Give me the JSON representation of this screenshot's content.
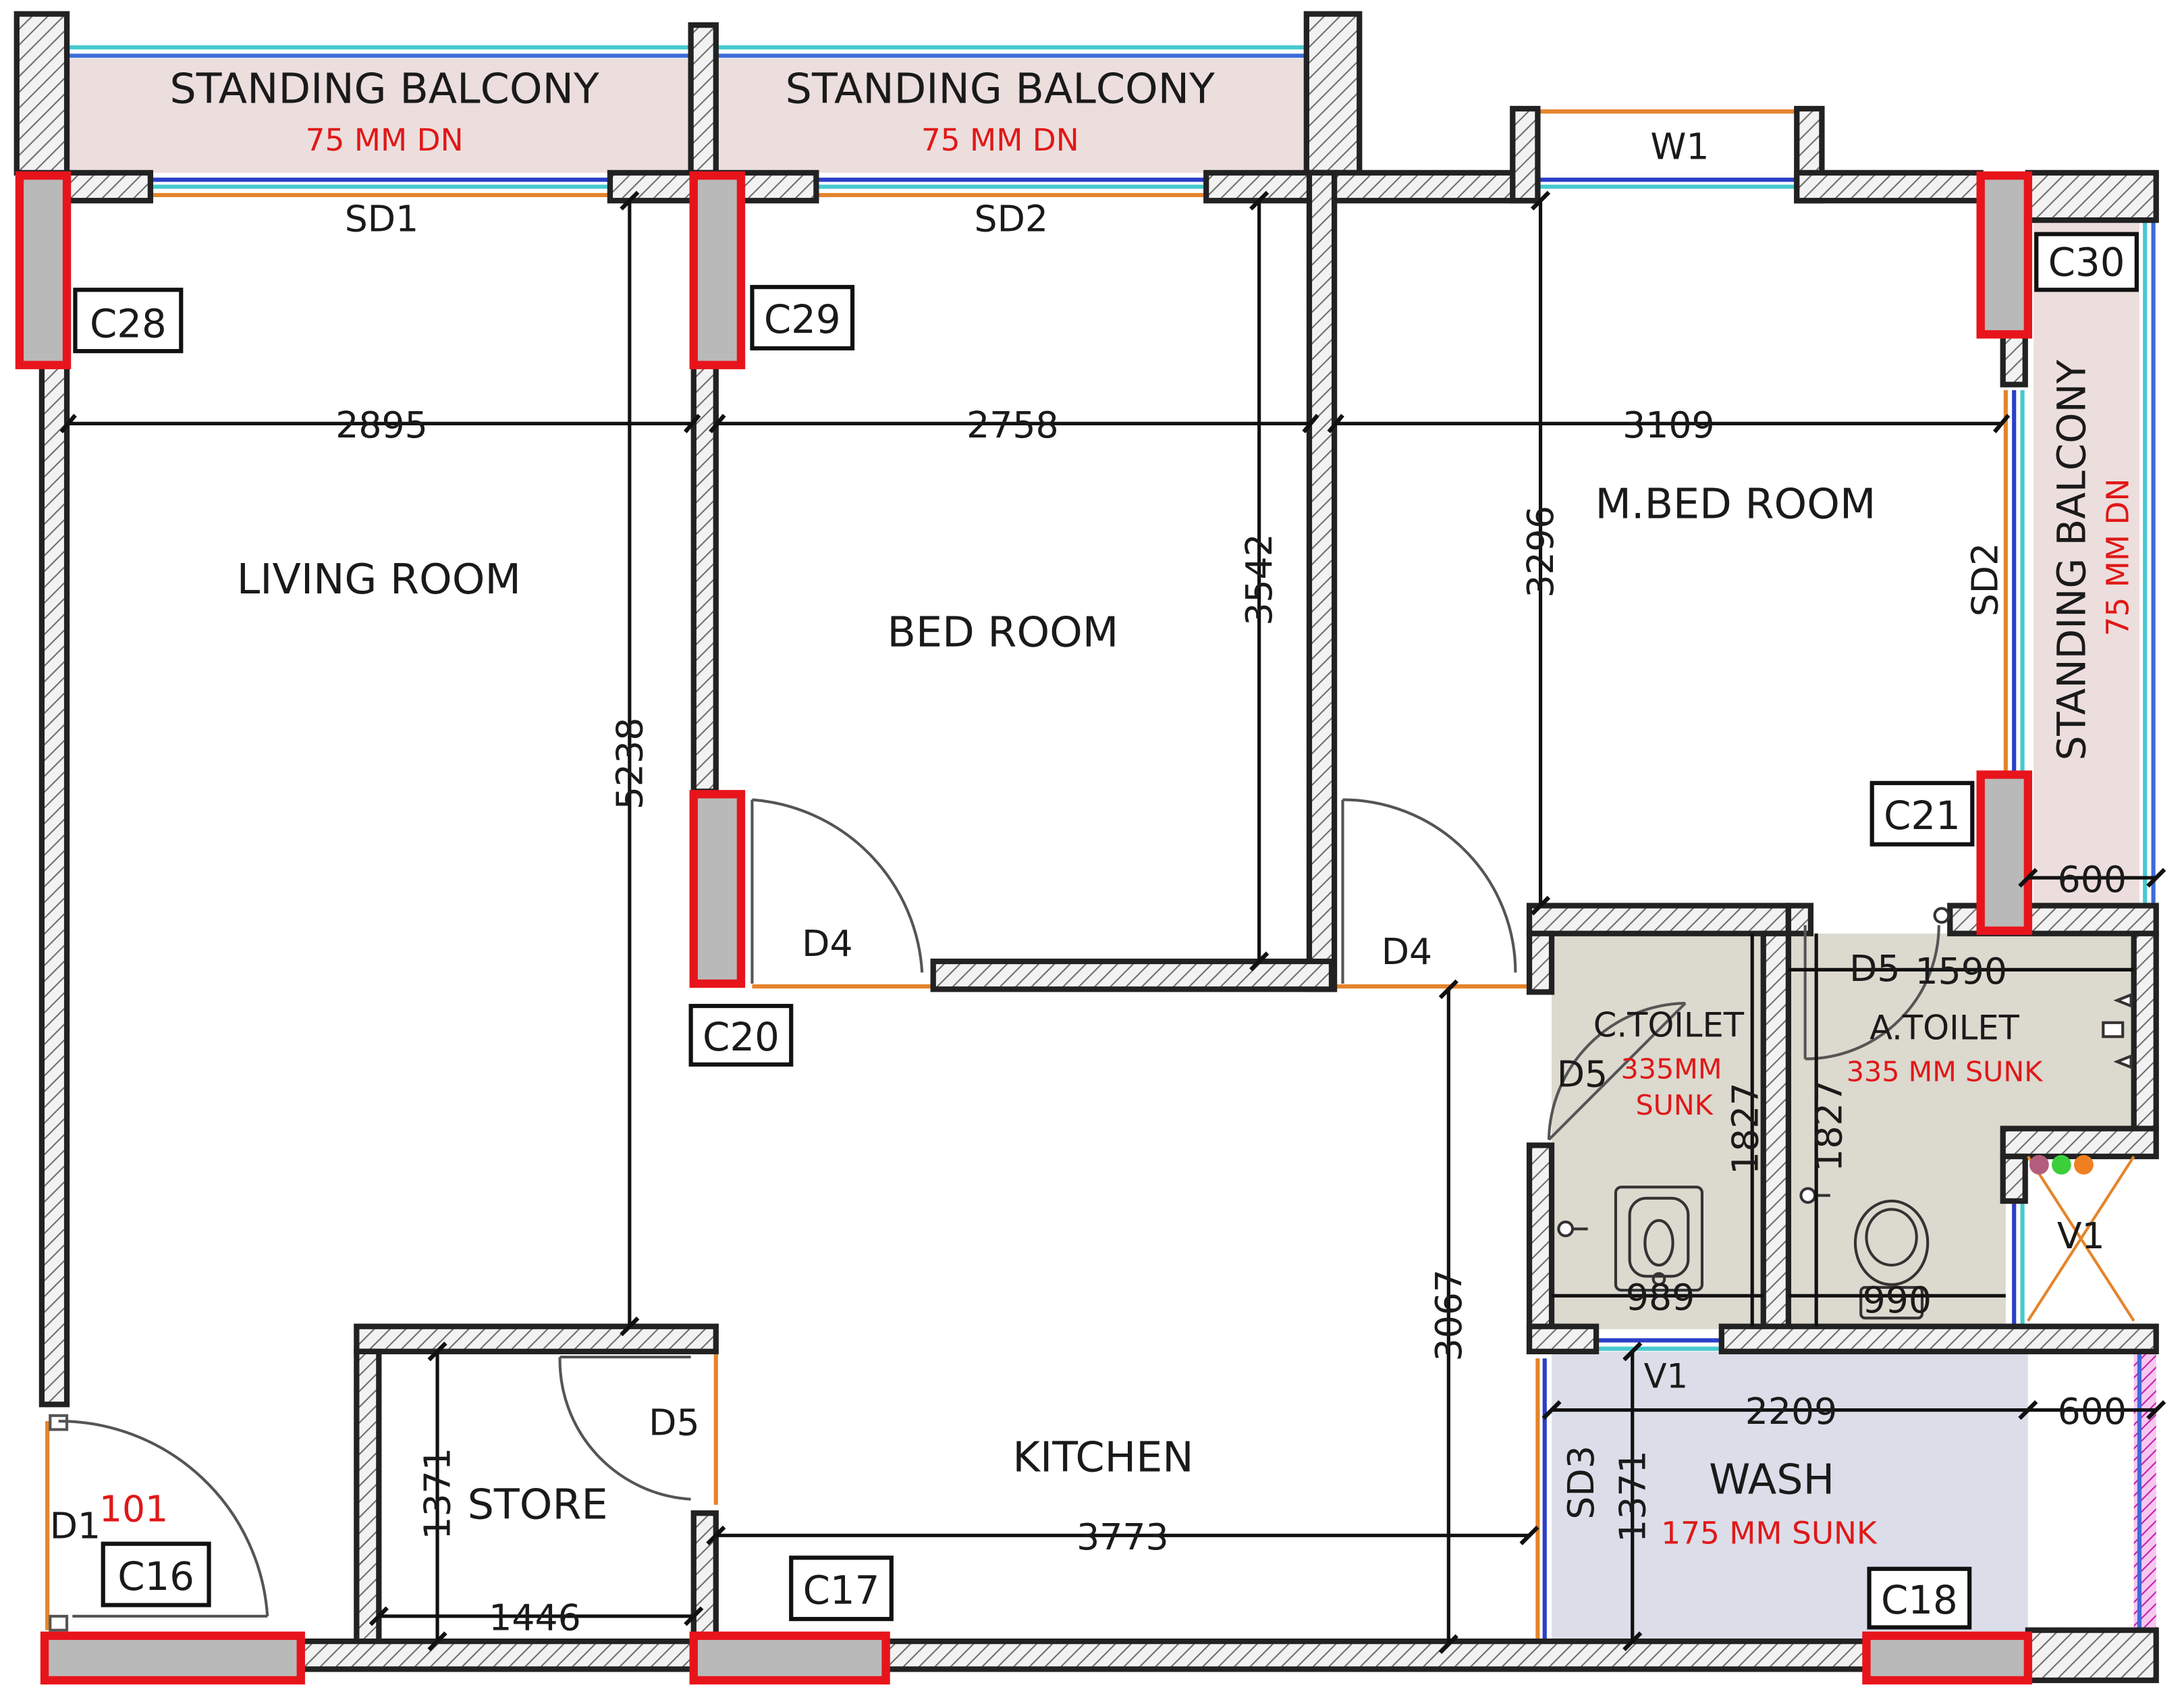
{
  "colors": {
    "balcony_fill": "#ecdedd",
    "toilet_fill": "#dcd9cf",
    "wash_fill": "#dbdee9",
    "column_fill": "#b9b9b9",
    "column_outline": "#e8141b",
    "red_text": "#e01818"
  },
  "rooms": {
    "balcony1": "STANDING BALCONY",
    "balcony1_note": "75 MM DN",
    "balcony2": "STANDING BALCONY",
    "balcony2_note": "75 MM DN",
    "balcony3": "STANDING BALCONY",
    "balcony3_note": "75 MM DN",
    "living": "LIVING ROOM",
    "bed": "BED ROOM",
    "mbed": "M.BED ROOM",
    "kitchen": "KITCHEN",
    "store": "STORE",
    "wash": "WASH",
    "wash_note": "175 MM SUNK",
    "ctoilet": "C.TOILET",
    "ctoilet_note1": "335MM",
    "ctoilet_note2": "SUNK",
    "atoilet": "A.TOILET",
    "atoilet_note": "335 MM SUNK"
  },
  "openings": {
    "sd1": "SD1",
    "sd2_top": "SD2",
    "sd2_side": "SD2",
    "sd3": "SD3",
    "w1": "W1",
    "v1_wash": "V1",
    "v1_shaft": "V1",
    "d1": "D1",
    "unit_no": "101",
    "d4_bed": "D4",
    "d4_mbed": "D4",
    "d5_store": "D5",
    "d5_ctoilet": "D5",
    "d5_atoilet": "D5"
  },
  "columns": {
    "c28": "C28",
    "c29": "C29",
    "c30": "C30",
    "c21": "C21",
    "c20": "C20",
    "c16": "C16",
    "c17": "C17",
    "c18": "C18"
  },
  "dimensions": {
    "living_w": "2895",
    "bed_w": "2758",
    "mbed_w": "3109",
    "bed_d": "3542",
    "mbed_d": "3296",
    "living_d": "5238",
    "kitchen_d": "3067",
    "kitchen_w": "3773",
    "store_d": "1371",
    "store_w": "1446",
    "ctoilet_d": "1827",
    "ctoilet_w": "989",
    "atoilet_d": "1827",
    "atoilet_w": "990",
    "atoilet_top": "1590",
    "wash_w": "2209",
    "wash_d": "1371",
    "balcony_depth": "600",
    "duct_w": "600"
  }
}
